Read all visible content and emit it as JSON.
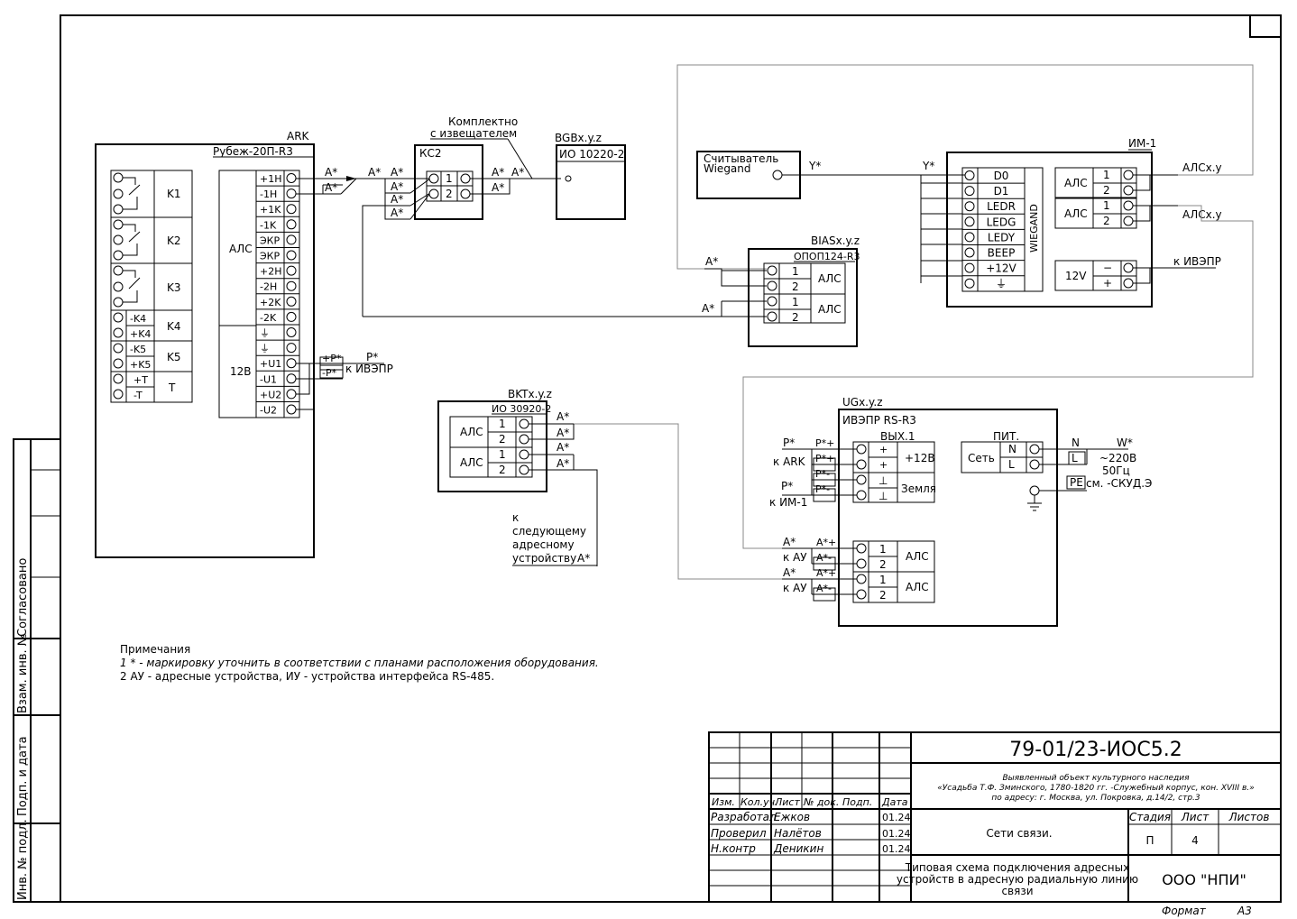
{
  "frame": {
    "format_label": "Формат",
    "format_value": "А3"
  },
  "left_stamp": {
    "agreed": "Согласовано",
    "replace_inv": "Взам. инв. №",
    "sign_date": "Подп. и дата",
    "orig_inv": "Инв. № подл."
  },
  "ark": {
    "tag": "ARK",
    "model": "Рубеж-20П-R3",
    "label_als": "АЛС",
    "label_12v": "12В",
    "relays": [
      "K1",
      "K2",
      "K3"
    ],
    "k4": [
      "-K4",
      "+K4",
      "K4"
    ],
    "k5": [
      "-K5",
      "+K5",
      "K5"
    ],
    "t": [
      "+T",
      "-T",
      "T"
    ],
    "terminals": [
      "+1H",
      "-1H",
      "+1K",
      "-1K",
      "ЭКР",
      "ЭКР",
      "+2H",
      "-2H",
      "+2K",
      "-2K",
      "⏚",
      "⏚",
      "+U1",
      "-U1",
      "+U2",
      "-U2"
    ]
  },
  "kc2": {
    "title": "КС2",
    "pins": [
      "1",
      "2"
    ],
    "note1": "Комплектно",
    "note2": "с извещателем"
  },
  "bgb": {
    "tag": "BGBx.y.z",
    "model": "ИО 10220-2"
  },
  "wires": {
    "a_star": "А*",
    "p_plus": "+Р*",
    "p_minus": "-Р*",
    "p_star": "Р*",
    "to_ivepr": "к ИВЭПР",
    "y_star": "Y*",
    "to_next_1": "к",
    "to_next_2": "следующему",
    "to_next_3": "адресному",
    "to_next_4": "устройству",
    "to_ark": "к ARK",
    "to_im1": "к ИМ-1",
    "to_au": "к АУ",
    "p_plus_2": "Р*+",
    "p_minus_2": "Р*-",
    "a_plus": "А*+",
    "a_minus": "А*-",
    "n": "N",
    "w_star": "W*",
    "pe": "PE",
    "mains_1": "~220В",
    "mains_2": "50Гц",
    "mains_ref": "см. -СКУД.Э"
  },
  "reader": {
    "title": "Считыватель",
    "sub": "Wiegand"
  },
  "im1": {
    "tag": "ИМ-1",
    "wiegand": "WIEGAND",
    "pins": [
      "D0",
      "D1",
      "LEDR",
      "LEDG",
      "LEDY",
      "BEEP",
      "+12V",
      "⏚"
    ],
    "als": "АЛС",
    "als_pins": [
      "1",
      "2",
      "1",
      "2"
    ],
    "als_out": "АЛСх.у",
    "v12": "12V",
    "v12_pins": [
      "−",
      "+"
    ],
    "to_ivepr": "к ИВЭПР"
  },
  "bias": {
    "tag": "BIASx.y.z",
    "model": "ОПОП124-R3",
    "als": "АЛС",
    "pins": [
      "1",
      "2",
      "1",
      "2"
    ]
  },
  "bkt": {
    "tag": "BKTx.y.z",
    "model": "ИО 30920-2",
    "als": "АЛС",
    "pins": [
      "1",
      "2",
      "1",
      "2"
    ]
  },
  "ug": {
    "tag": "UGx.y.z",
    "title": "ИВЭПР  RS-R3",
    "out": "ВЫХ.1",
    "out_pins": [
      "+",
      "+",
      "⊥",
      "⊥"
    ],
    "v12": "+12В",
    "ground": "Земля",
    "pit": "ПИТ.",
    "net": "Сеть",
    "net_pins": [
      "N",
      "L"
    ],
    "als": "АЛС",
    "als_pins": [
      "1",
      "2",
      "1",
      "2"
    ]
  },
  "notes": {
    "title": "Примечания",
    "line1": "1 * - маркировку уточнить в соответствии с планами расположения оборудования.",
    "line2": "2 АУ - адресные устройства, ИУ -  устройства интерфейса RS-485."
  },
  "title_block": {
    "code": "79-01/23-ИОС5.2",
    "object_1": "Выявленный объект культурного наследия",
    "object_2": "«Усадьба Т.Ф. Зминского, 1780-1820 гг. -Служебный корпус, кон. XVIII в.»",
    "object_3": "по адресу: г. Москва, ул. Покровка, д.14/2, стр.3",
    "headers": [
      "Изм.",
      "Кол.уч.",
      "Лист",
      "№ док.",
      "Подп.",
      "Дата"
    ],
    "roles": [
      {
        "role": "Разработал",
        "name": "Ежков",
        "date": "01.24"
      },
      {
        "role": "Проверил",
        "name": "Налётов",
        "date": "01.24"
      },
      {
        "role": "Н.контр",
        "name": "Деникин",
        "date": "01.24"
      }
    ],
    "section": "Сети связи.",
    "stage_label": "Стадия",
    "sheet_label": "Лист",
    "sheets_label": "Листов",
    "stage": "П",
    "sheet": "4",
    "drawing_1": "Типовая схема подключения адресных",
    "drawing_2": "устройств в адресную радиальную линию",
    "drawing_3": "связи",
    "company": "ООО \"НПИ\""
  }
}
